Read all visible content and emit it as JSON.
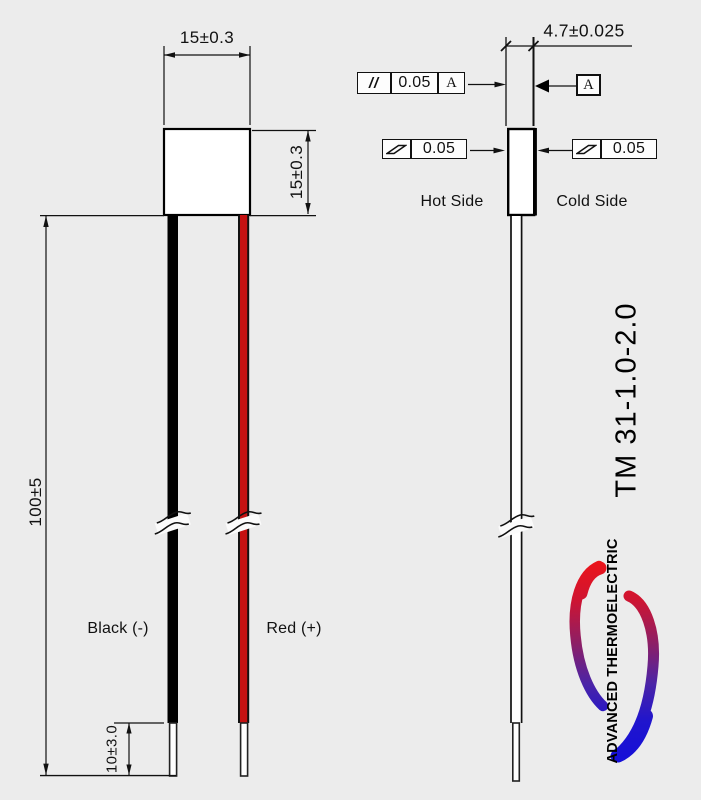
{
  "meta": {
    "background_color": "#ececec",
    "line_color": "#111111"
  },
  "front_view": {
    "width_dim": "15±0.3",
    "height_dim": "15±0.3",
    "lead_length_dim": "100±5",
    "strip_length_dim": "10±3.0",
    "black_wire_label": "Black (-)",
    "red_wire_label": "Red (+)",
    "wire_black_color": "#000000",
    "wire_red_color": "#c41111"
  },
  "side_view": {
    "thickness_dim": "4.7±0.025",
    "hot_side_label": "Hot Side",
    "cold_side_label": "Cold Side",
    "parallelism": {
      "symbol": "//",
      "tolerance": "0.05",
      "datum_ref": "A"
    },
    "datum_label": "A",
    "flatness_hot_tolerance": "0.05",
    "flatness_cold_tolerance": "0.05"
  },
  "annotations": {
    "model_number": "TM 31-1.0-2.0",
    "brand": "ADVANCED THERMOELECTRIC",
    "logo_red": "#e8121c",
    "logo_blue": "#1412d6"
  }
}
